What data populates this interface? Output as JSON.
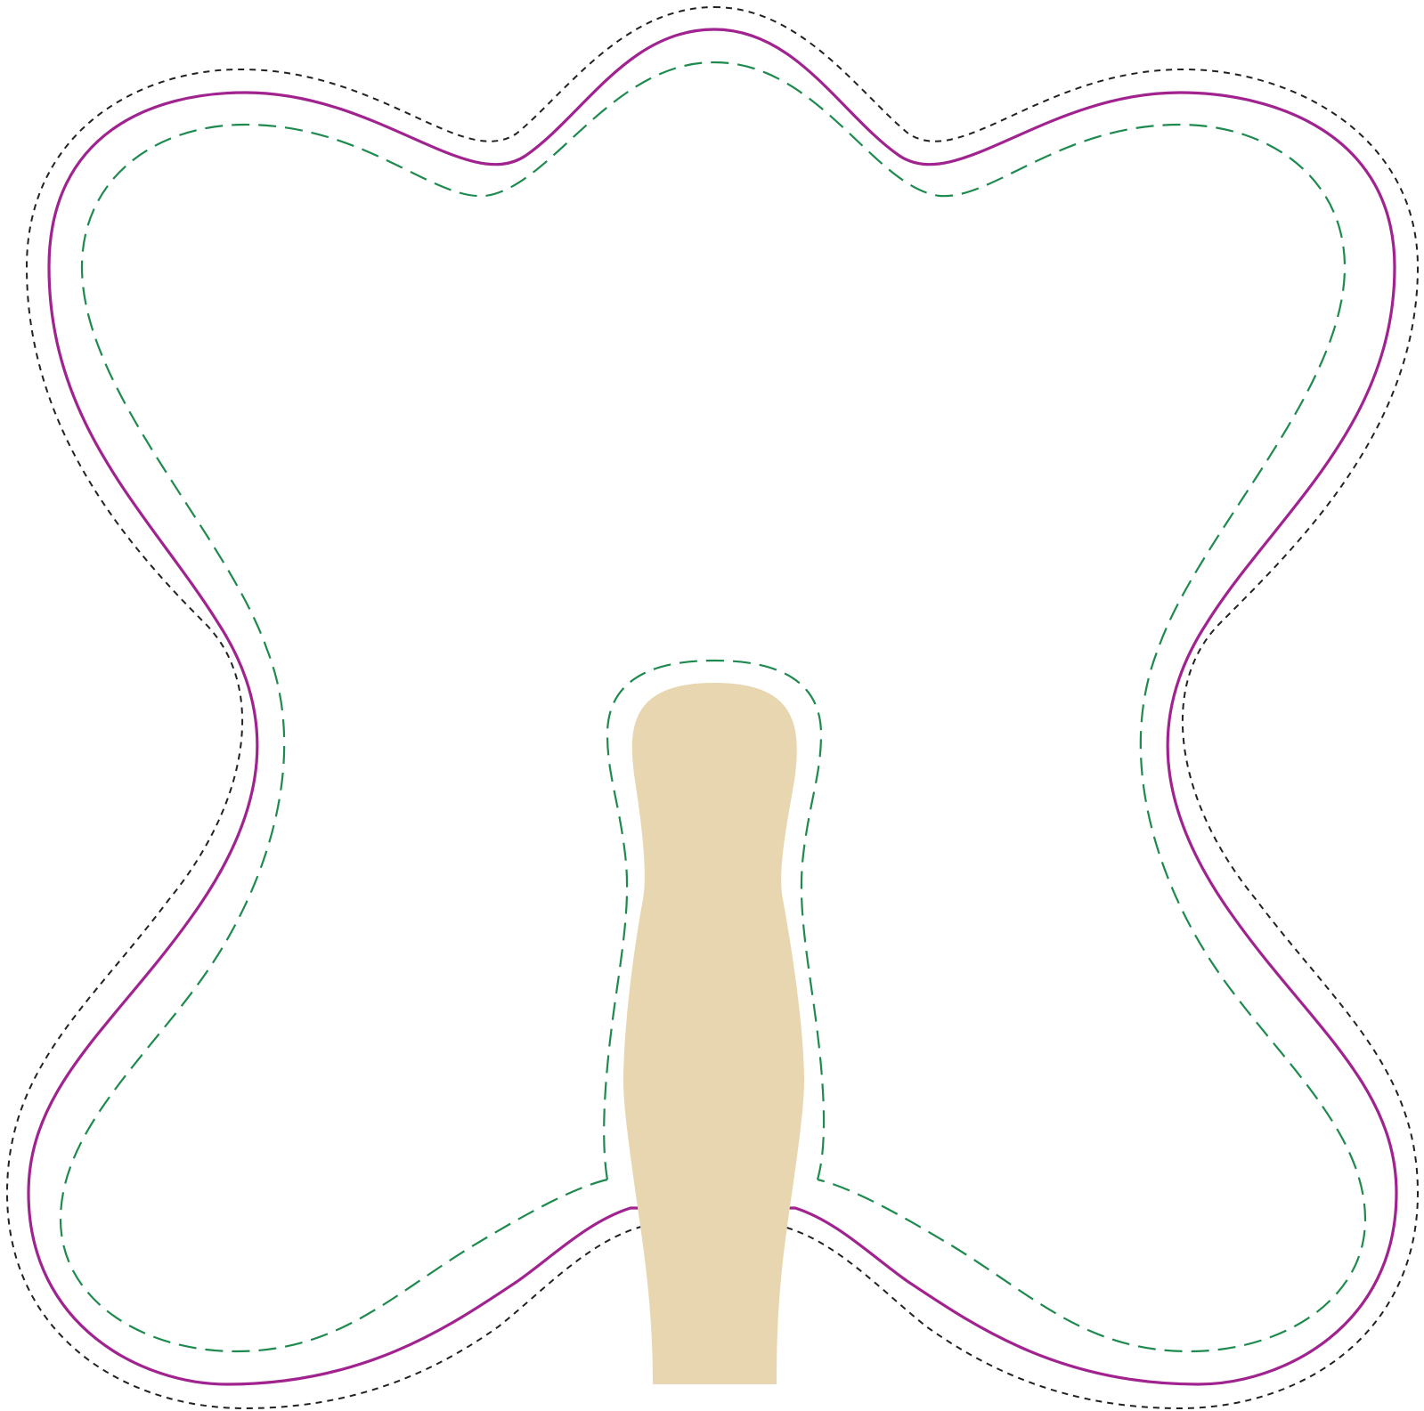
{
  "diagram": {
    "colors": {
      "background": "#ffffff",
      "outer_dashed": "#222222",
      "boundary": "#a0238f",
      "inner_dashed": "#1e8a4e",
      "stem_fill": "#e8d6b0"
    },
    "layers": [
      {
        "id": "outer-offset",
        "style": "short-dash",
        "color": "#222222"
      },
      {
        "id": "boundary",
        "style": "solid",
        "color": "#a0238f"
      },
      {
        "id": "inner-offset",
        "style": "long-dash",
        "color": "#1e8a4e"
      },
      {
        "id": "stem-offset",
        "style": "long-dash",
        "color": "#1e8a4e"
      },
      {
        "id": "stem",
        "style": "filled",
        "color": "#e8d6b0"
      }
    ]
  }
}
